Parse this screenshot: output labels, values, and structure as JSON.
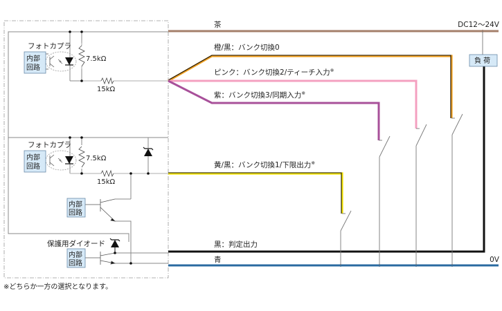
{
  "diagram": {
    "internal": {
      "photocoupler_1": "フォトカプラ",
      "photocoupler_2": "フォトカプラ",
      "internal_circuit_line1": "内部",
      "internal_circuit_line2": "回路",
      "resistor_a": "7.5kΩ",
      "resistor_b": "15kΩ",
      "protection_diode": "保護用ダイオード"
    },
    "wires": {
      "brown": "茶",
      "orange_black": "橙/黒：バンク切換0",
      "pink": "ピンク：バンク切換2/ティーチ入力",
      "purple": "紫：バンク切換3/同期入力",
      "yellow_black": "黄/黒：バンク切換1/下限出力",
      "black": "黒：判定出力",
      "blue": "青",
      "note_mark": "※"
    },
    "supply": {
      "positive": "DC12～24V",
      "zero": "0V",
      "load": "負 荷"
    },
    "footnote": "※どちらか一方の選択となります。",
    "colors": {
      "brown": "#a47f6a",
      "orange": "#f0a020",
      "pink": "#f4a0c0",
      "purple": "#a8509a",
      "yellow": "#f2e200",
      "black": "#111111",
      "blue": "#2a6aa0",
      "box_fill": "#d6e9f7",
      "box_stroke": "#6a8aa8",
      "wire_gray": "#999999",
      "light_gray": "#c8c8c8"
    }
  }
}
